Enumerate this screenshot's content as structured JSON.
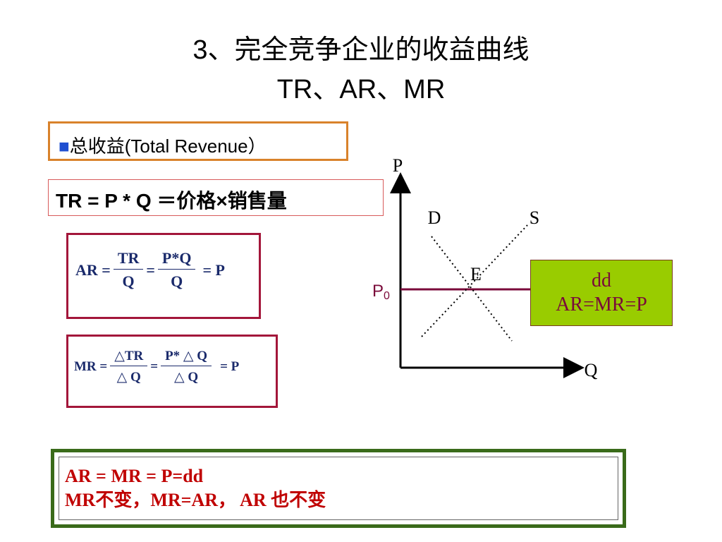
{
  "title": {
    "line1": "3、完全竞争企业的收益曲线",
    "line2": "TR、AR、MR"
  },
  "total_revenue_label": "总收益(Total Revenue）",
  "tr_formula": "TR = P * Q ＝价格×销售量",
  "ar_formula": {
    "lhs": "AR =",
    "frac1_num": "TR",
    "frac1_den": "Q",
    "eq": "=",
    "frac2_num": "P*Q",
    "frac2_den": "Q",
    "rhs": "= P"
  },
  "mr_formula": {
    "lhs": "MR =",
    "frac1_num": "△TR",
    "frac1_den": "△ Q",
    "eq": "=",
    "frac2_num": "P* △ Q",
    "frac2_den": "△ Q",
    "rhs": "= P"
  },
  "diagram": {
    "y_axis_label": "P",
    "x_axis_label": "Q",
    "demand_label": "D",
    "supply_label": "S",
    "equilibrium_label": "E",
    "price_label": "P",
    "price_subscript": "0"
  },
  "dd_box": {
    "line1": "dd",
    "line2": "AR=MR=P"
  },
  "summary": {
    "line1": "AR = MR = P=dd",
    "line2": "MR不变，MR=AR， AR 也不变"
  },
  "colors": {
    "title_text": "#000000",
    "total_revenue_border": "#d9822b",
    "bullet_square": "#1f4fd1",
    "formula_border": "#d85a5a",
    "equation_box_border": "#a3163a",
    "equation_text": "#1a2a6b",
    "price_line": "#7a0a3a",
    "dd_box_fill": "#99cc00",
    "summary_border": "#3a6b1a",
    "summary_text": "#c00000"
  }
}
